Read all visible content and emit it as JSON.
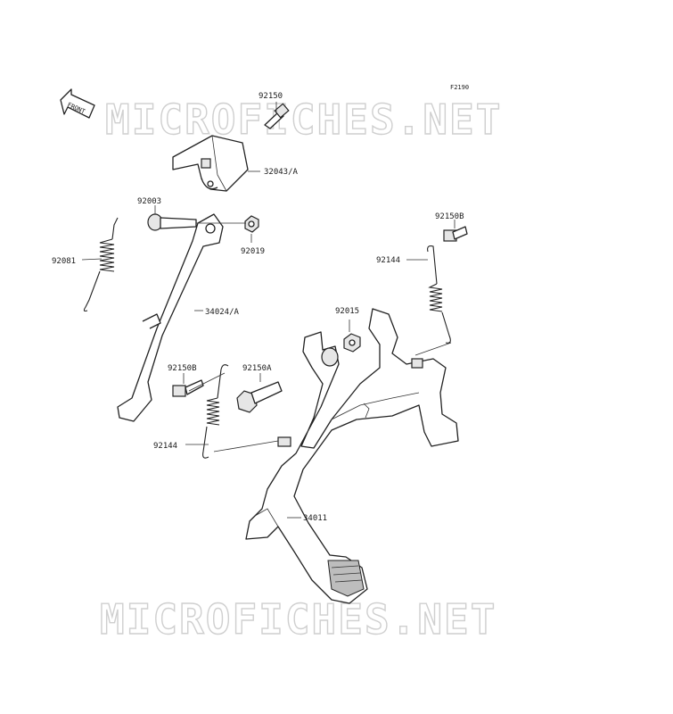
{
  "diagram": {
    "code": "F2190",
    "watermark": "MICROFICHES.NET",
    "front_label": "FRONT",
    "parts": [
      {
        "number": "92150"
      },
      {
        "number": "32043/A"
      },
      {
        "number": "92003"
      },
      {
        "number": "92019"
      },
      {
        "number": "92081"
      },
      {
        "number": "34024/A"
      },
      {
        "number": "92150B"
      },
      {
        "number": "92144"
      },
      {
        "number": "92015"
      },
      {
        "number": "92150B"
      },
      {
        "number": "92150A"
      },
      {
        "number": "92144"
      },
      {
        "number": "34011"
      }
    ]
  }
}
